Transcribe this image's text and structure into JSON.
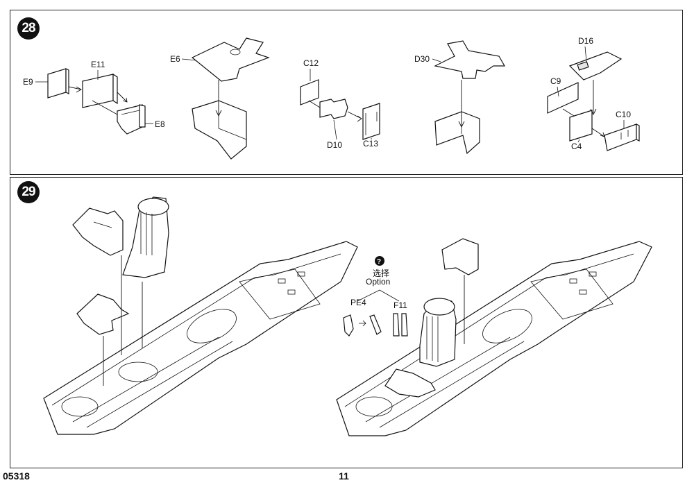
{
  "page": {
    "catalog_number": "05318",
    "page_number": "11"
  },
  "steps": [
    {
      "number": "28",
      "parts": [
        "E9",
        "E11",
        "E8",
        "E6",
        "C12",
        "D10",
        "C13",
        "D30",
        "D16",
        "C9",
        "C10",
        "C4"
      ]
    },
    {
      "number": "29",
      "option_icon": "?",
      "option_cn": "选择",
      "option_en": "Option",
      "parts": [
        "PE4",
        "F11"
      ]
    }
  ]
}
